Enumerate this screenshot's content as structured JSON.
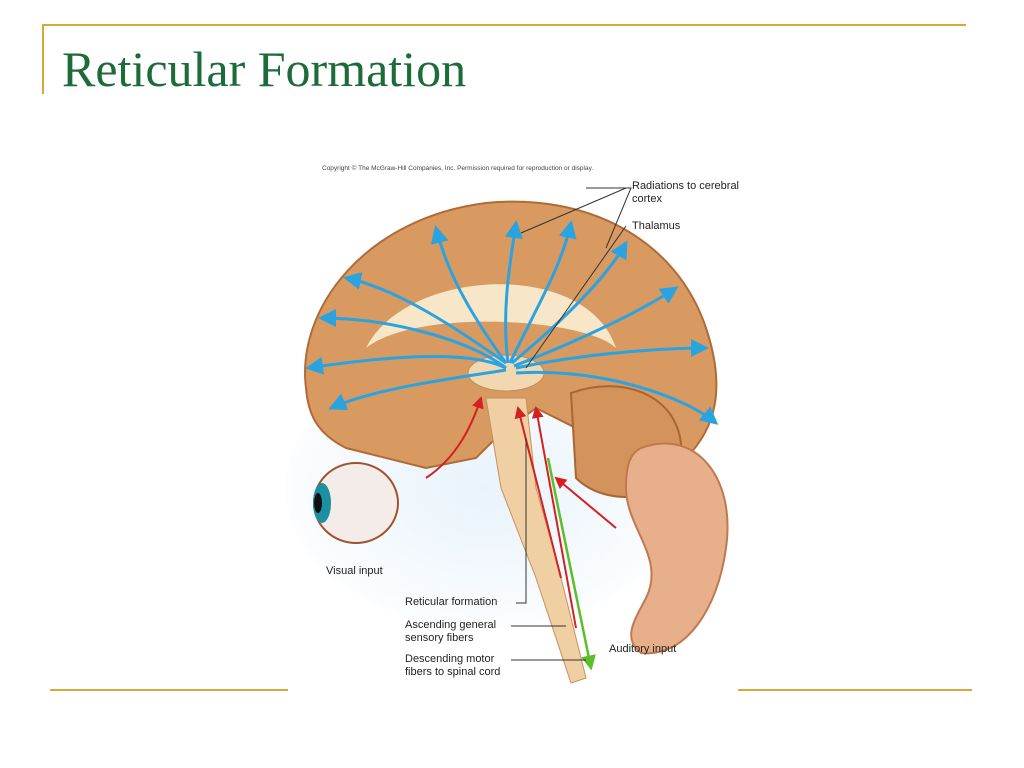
{
  "slide": {
    "title": "Reticular Formation"
  },
  "figure": {
    "copyright": "Copyright © The McGraw-Hill Companies, Inc. Permission required for reproduction or display.",
    "labels": {
      "radiations": "Radiations to cerebral cortex",
      "thalamus": "Thalamus",
      "visual_input": "Visual input",
      "reticular_formation": "Reticular formation",
      "ascending": "Ascending general sensory fibers",
      "descending": "Descending motor fibers to spinal cord",
      "auditory_input": "Auditory input"
    },
    "colors": {
      "radiation_arrows": "#2aa3e0",
      "ascending_arrows": "#d42020",
      "descending_arrows": "#5cbf2a",
      "accent_rule": "#d8a838",
      "title": "#1e6b3a"
    }
  }
}
